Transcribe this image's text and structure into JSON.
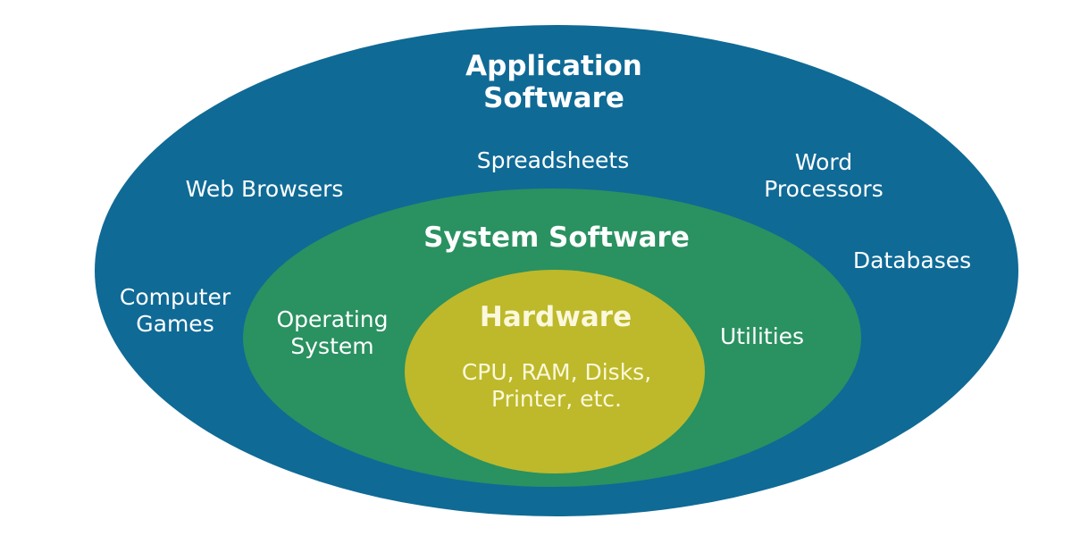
{
  "colors": {
    "application": "#0f6a96",
    "system": "#2a9161",
    "hardware": "#bdb92a"
  },
  "application": {
    "title_line1": "Application",
    "title_line2": "Software",
    "items": {
      "spreadsheets": "Spreadsheets",
      "web_browsers": "Web Browsers",
      "word_line1": "Word",
      "word_line2": "Processors",
      "databases": "Databases",
      "games_line1": "Computer",
      "games_line2": "Games"
    }
  },
  "system": {
    "title": "System Software",
    "os_line1": "Operating",
    "os_line2": "System",
    "utilities": "Utilities"
  },
  "hardware": {
    "title": "Hardware",
    "line1": "CPU, RAM, Disks,",
    "line2": "Printer, etc."
  }
}
